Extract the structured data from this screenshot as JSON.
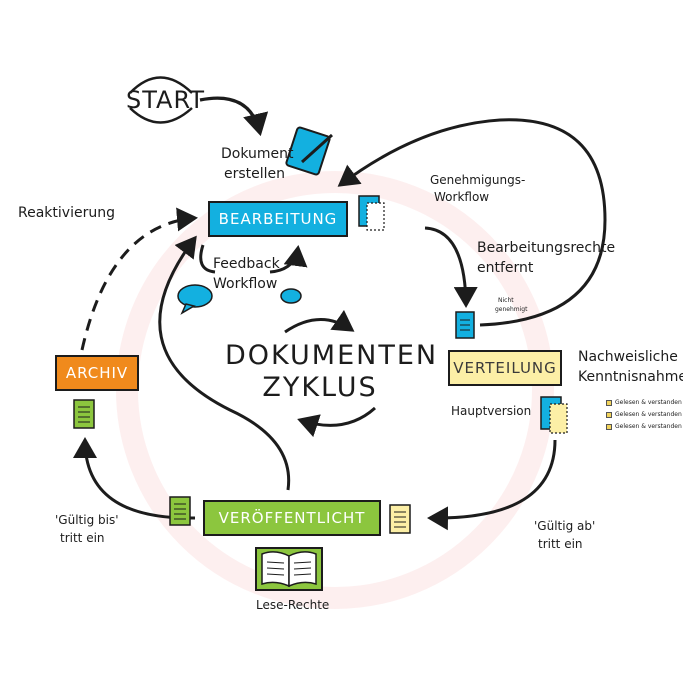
{
  "colors": {
    "bearbeitung": "#13b0e0",
    "verteilung": "#fcefa6",
    "veroeffentlicht": "#8cc63e",
    "archiv": "#f08a1c",
    "ring": "#fbe4e4",
    "ink": "#1c1c1c"
  },
  "start": {
    "label": "START"
  },
  "title": {
    "line1": "DOKUMENTEN",
    "line2": "ZYKLUS"
  },
  "nodes": {
    "bearbeitung": "BEARBEITUNG",
    "verteilung": "VERTEILUNG",
    "veroeffentlicht": "VERÖFFENTLICHT",
    "archiv": "ARCHIV"
  },
  "labels": {
    "dokument_erstellen_1": "Dokument",
    "dokument_erstellen_2": "erstellen",
    "reaktivierung": "Reaktivierung",
    "feedback_1": "Feedback",
    "feedback_2": "Workflow",
    "genehmigung_1": "Genehmigungs-",
    "genehmigung_2": "Workflow",
    "bearbeitungsrechte_1": "Bearbeitungsrechte",
    "bearbeitungsrechte_2": "entfernt",
    "nicht_1": "Nicht",
    "nicht_2": "genehmigt",
    "nachweisliche_1": "Nachweisliche",
    "nachweisliche_2": "Kenntnisnahme",
    "hauptversion": "Hauptversion",
    "gueltig_ab_1": "'Gültig ab'",
    "gueltig_ab_2": "tritt ein",
    "gueltig_bis_1": "'Gültig bis'",
    "gueltig_bis_2": "tritt ein",
    "lese_rechte": "Lese-Rechte"
  },
  "checklist": [
    "Gelesen & verstanden",
    "Gelesen & verstanden",
    "Gelesen & verstanden"
  ]
}
